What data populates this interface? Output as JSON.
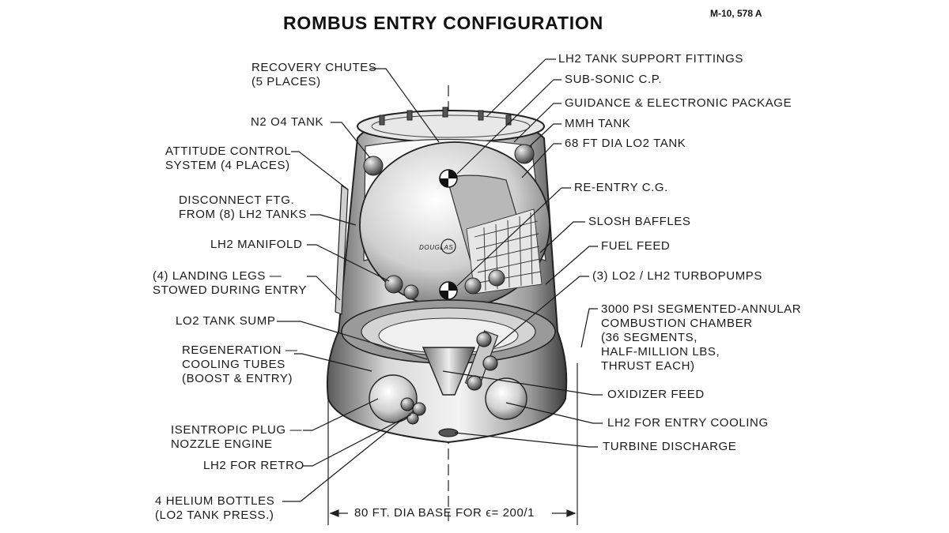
{
  "title": "ROMBUS ENTRY CONFIGURATION",
  "document_id": "M-10, 578 A",
  "vehicle_marking": "DOUGLAS",
  "labels_left": {
    "recovery_chutes": [
      "RECOVERY CHUTES",
      "(5 PLACES)"
    ],
    "n2o4_tank": [
      "N2 O4 TANK"
    ],
    "attitude_control": [
      "ATTITUDE CONTROL",
      "SYSTEM (4 PLACES)"
    ],
    "disconnect_ftg": [
      "DISCONNECT FTG.",
      "FROM (8) LH2 TANKS"
    ],
    "lh2_manifold": [
      "LH2 MANIFOLD"
    ],
    "landing_legs": [
      "(4) LANDING LEGS —",
      "STOWED DURING ENTRY"
    ],
    "lo2_tank_sump": [
      "LO2 TANK SUMP"
    ],
    "regeneration_tubes": [
      "REGENERATION —",
      "COOLING TUBES",
      "(BOOST & ENTRY)"
    ],
    "isentropic_plug": [
      "ISENTROPIC PLUG —",
      "NOZZLE ENGINE"
    ],
    "lh2_for_retro": [
      "LH2 FOR RETRO"
    ],
    "helium_bottles": [
      "4 HELIUM BOTTLES",
      "(LO2 TANK PRESS.)"
    ]
  },
  "labels_right": {
    "lh2_support_fittings": [
      "LH2 TANK SUPPORT FITTINGS"
    ],
    "subsonic_cp": [
      "SUB-SONIC C.P."
    ],
    "guidance_package": [
      "GUIDANCE & ELECTRONIC PACKAGE"
    ],
    "mmh_tank": [
      "MMH TANK"
    ],
    "lo2_tank_68ft": [
      "68 FT DIA LO2 TANK"
    ],
    "reentry_cg": [
      "RE-ENTRY C.G."
    ],
    "slosh_baffles": [
      "SLOSH BAFFLES"
    ],
    "fuel_feed": [
      "FUEL FEED"
    ],
    "turbopumps": [
      "(3) LO2 / LH2 TURBOPUMPS"
    ],
    "combustion_chamber": [
      "3000 PSI SEGMENTED-ANNULAR",
      "COMBUSTION CHAMBER",
      "(36 SEGMENTS,",
      "HALF-MILLION LBS,",
      "THRUST EACH)"
    ],
    "oxidizer_feed": [
      "OXIDIZER FEED"
    ],
    "lh2_entry_cooling": [
      "LH2 FOR ENTRY COOLING"
    ],
    "turbine_discharge": [
      "TURBINE DISCHARGE"
    ]
  },
  "base_dimension": "80 FT. DIA BASE FOR ϵ= 200/1"
}
